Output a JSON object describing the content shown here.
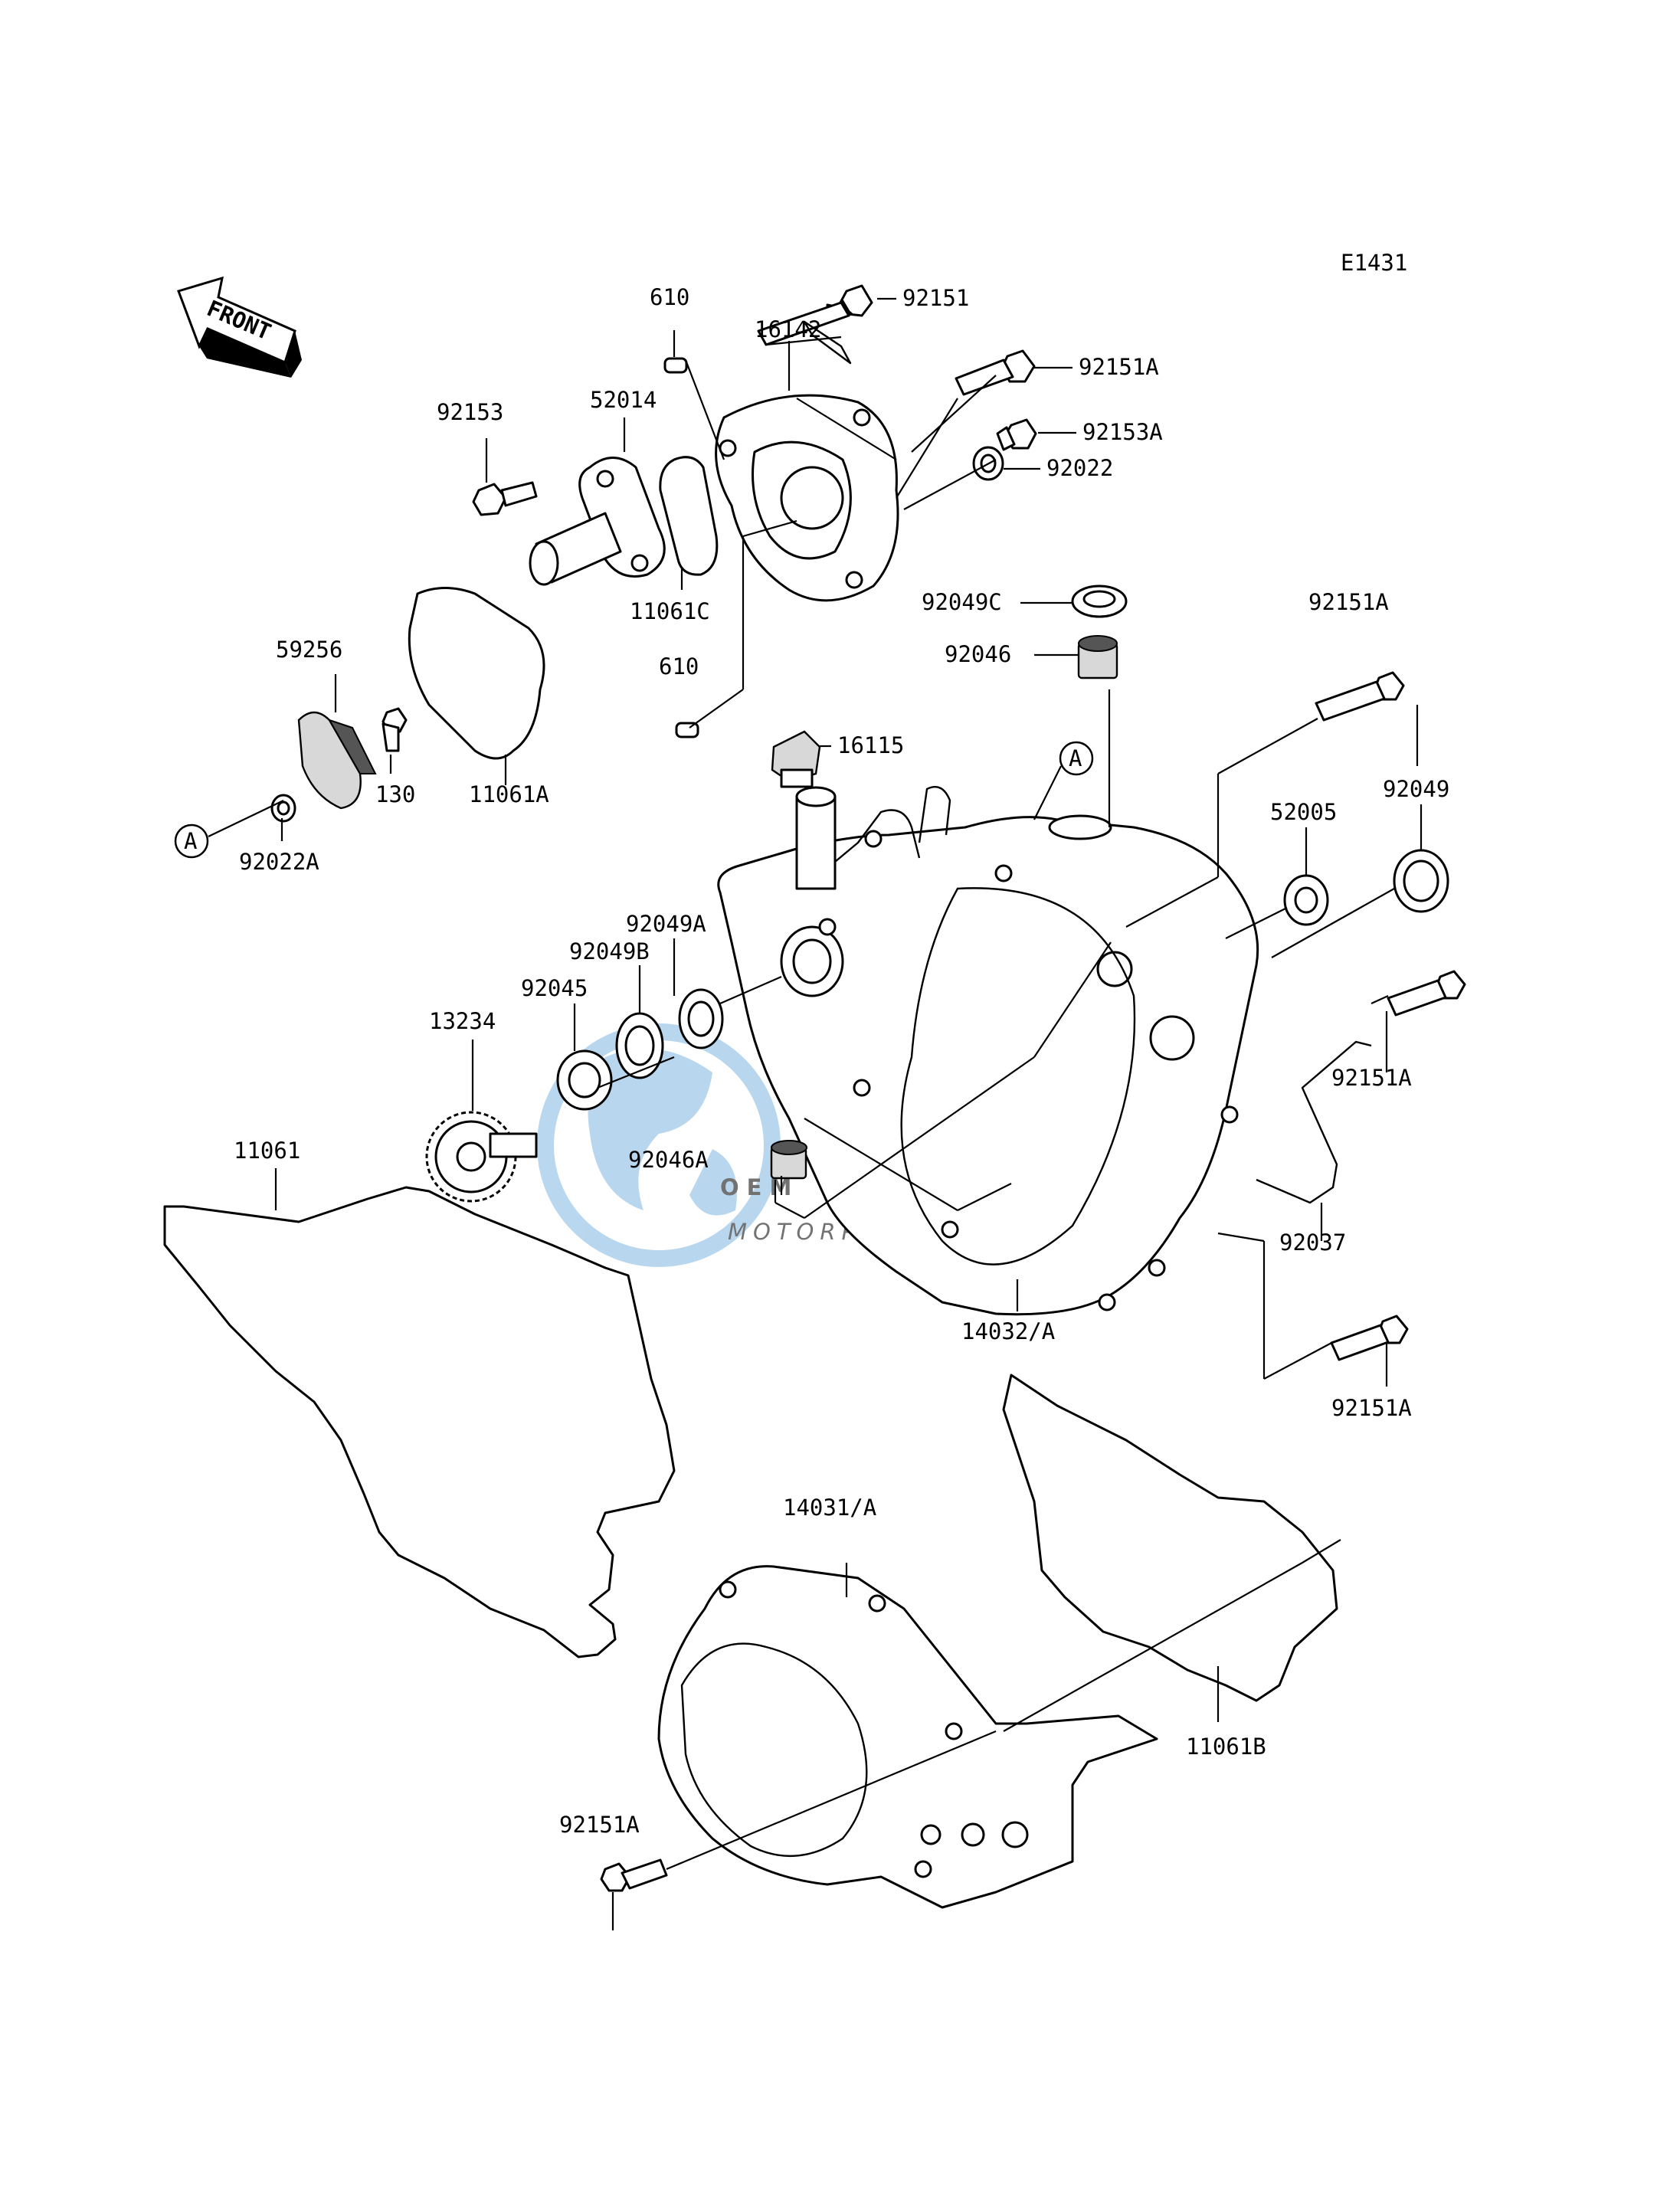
{
  "diagram_code": "E1431",
  "front_label": "FRONT",
  "ref_marker": "A",
  "watermark": {
    "brand": "OEM",
    "tagline": "MOTORPARTS",
    "colors": {
      "globe": "#7fb6e0",
      "letters": "#9a9a9a"
    }
  },
  "part_labels": [
    "610",
    "16142",
    "92151",
    "92151A",
    "92153",
    "52014",
    "92153A",
    "92022",
    "11061C",
    "92049C",
    "92151A",
    "59256",
    "92046",
    "610",
    "16115",
    "130",
    "11061A",
    "92022A",
    "52005",
    "92049",
    "92049A",
    "92049B",
    "92045",
    "13234",
    "92151A",
    "11061",
    "92046A",
    "92037",
    "14032/A",
    "92151A",
    "14031/A",
    "11061B",
    "92151A"
  ]
}
